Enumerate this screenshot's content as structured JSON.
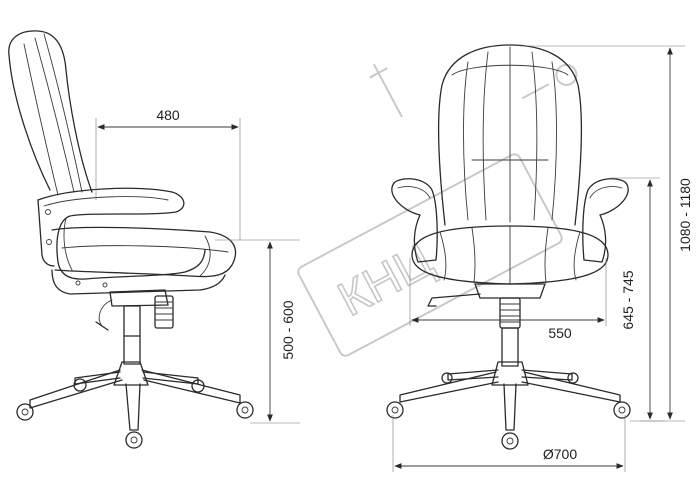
{
  "diagram": {
    "watermark_text": "КНЦ",
    "dimensions": {
      "seat_depth": "480",
      "seat_height": "500 - 600",
      "seat_width": "550",
      "armrest_height": "645 - 745",
      "total_height": "1080 - 1180",
      "base_diameter": "Ø700"
    }
  }
}
